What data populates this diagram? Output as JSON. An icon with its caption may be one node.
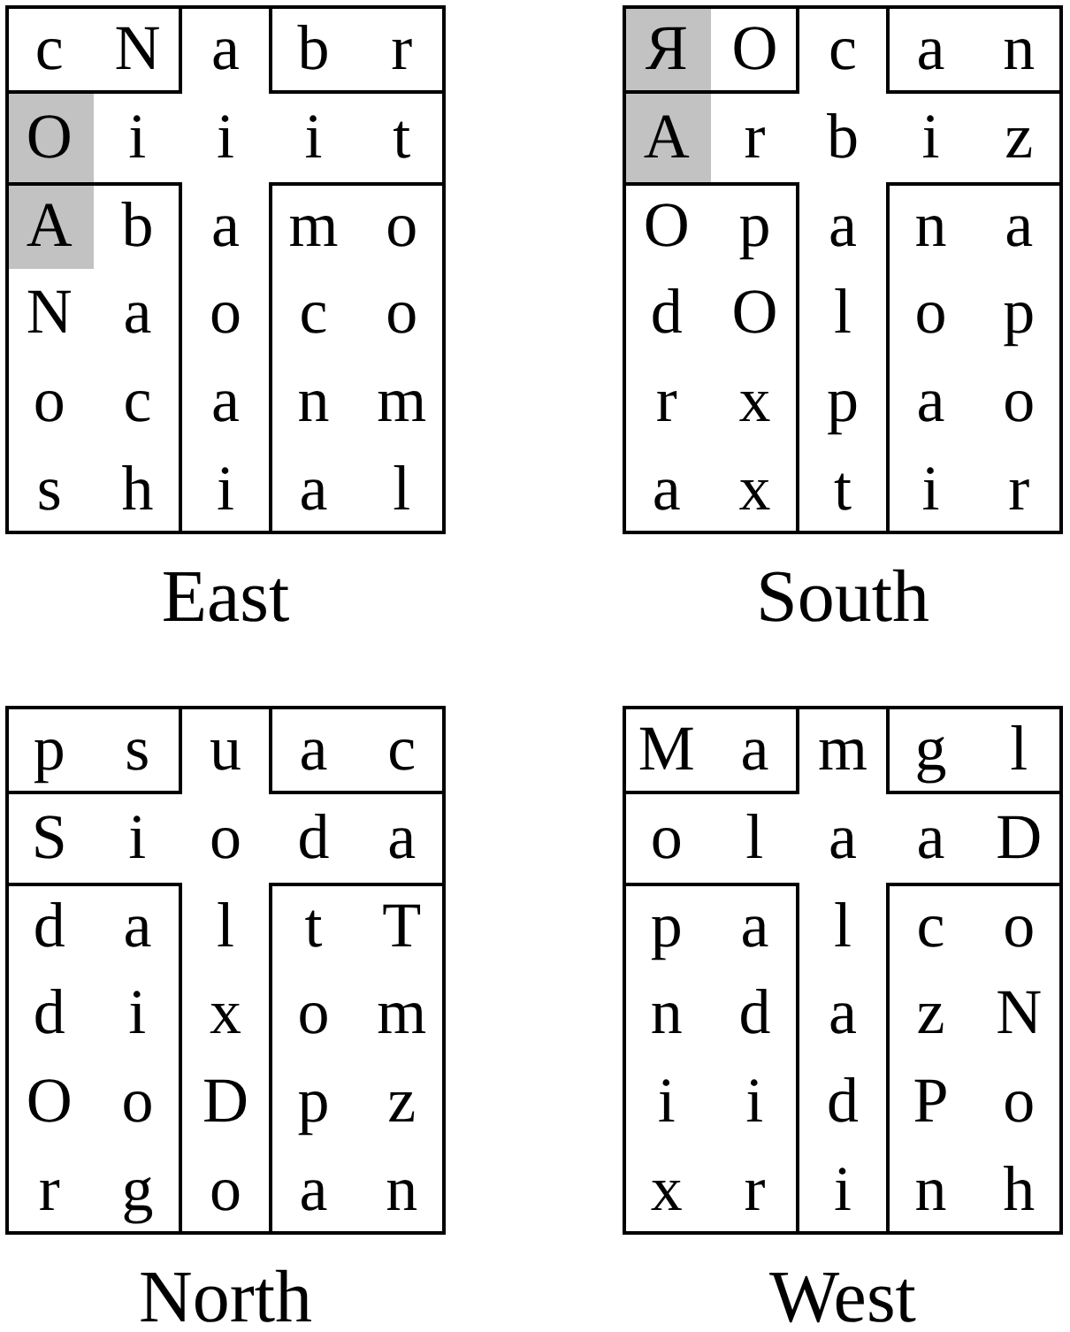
{
  "diagram": {
    "nodes": [
      {
        "text": [
          "a",
          "i",
          "i",
          "i",
          "t",
          "a",
          "o",
          "a",
          "i"
        ],
        "beside": [
          "East"
        ]
      },
      {
        "text": [
          "c",
          "N"
        ],
        "in": 0
      },
      {
        "text": [
          "b",
          "r"
        ],
        "in": 0
      },
      {
        "text": [
          "O"
        ],
        "in": 0
      },
      {
        "text": [
          "b",
          "N",
          "a",
          "o",
          "c",
          "s",
          "h"
        ],
        "in": 0
      },
      {
        "text": [
          "A"
        ],
        "in": 4
      },
      {
        "text": [
          "m",
          "o",
          "c",
          "o",
          "n",
          "m",
          "a",
          "l"
        ],
        "in": 0
      },
      {
        "text": [
          "c",
          "r",
          "b",
          "i",
          "z",
          "a",
          "l",
          "p",
          "t"
        ],
        "beside": [
          "South"
        ]
      },
      {
        "text": [
          "O"
        ],
        "in": 7
      },
      {
        "text": [
          "Я"
        ],
        "in": 8
      },
      {
        "text": [
          "a",
          "n"
        ],
        "in": 7
      },
      {
        "text": [
          "A"
        ],
        "in": 7
      },
      {
        "text": [
          "O",
          "p",
          "d",
          "O",
          "r",
          "x",
          "a",
          "x"
        ],
        "in": 7
      },
      {
        "text": [
          "n",
          "a",
          "o",
          "p",
          "a",
          "o",
          "i",
          "r"
        ],
        "in": 7
      },
      {
        "text": [
          "u",
          "S",
          "i",
          "o",
          "d",
          "a",
          "l",
          "x",
          "D",
          "o"
        ],
        "beside": [
          "North"
        ]
      },
      {
        "text": [
          "p",
          "s"
        ],
        "in": 14
      },
      {
        "text": [
          "a",
          "c"
        ],
        "in": 14
      },
      {
        "text": [
          "d",
          "a",
          "d",
          "i",
          "O",
          "o",
          "r",
          "g"
        ],
        "in": 14
      },
      {
        "text": [
          "t",
          "T",
          "o",
          "m",
          "p",
          "z",
          "a",
          "n"
        ],
        "in": 14
      },
      {
        "text": [
          "m",
          "o",
          "l",
          "a",
          "a",
          "D",
          "l",
          "a",
          "d",
          "i"
        ],
        "beside": [
          "West"
        ]
      },
      {
        "text": [
          "M",
          "a"
        ],
        "in": 19
      },
      {
        "text": [
          "g",
          "l"
        ],
        "in": 19
      },
      {
        "text": [
          "p",
          "a",
          "n",
          "d",
          "i",
          "i",
          "x",
          "r"
        ],
        "in": 19
      },
      {
        "text": [
          "c",
          "o",
          "z",
          "N",
          "P",
          "o",
          "n",
          "h"
        ],
        "in": 19
      }
    ]
  }
}
